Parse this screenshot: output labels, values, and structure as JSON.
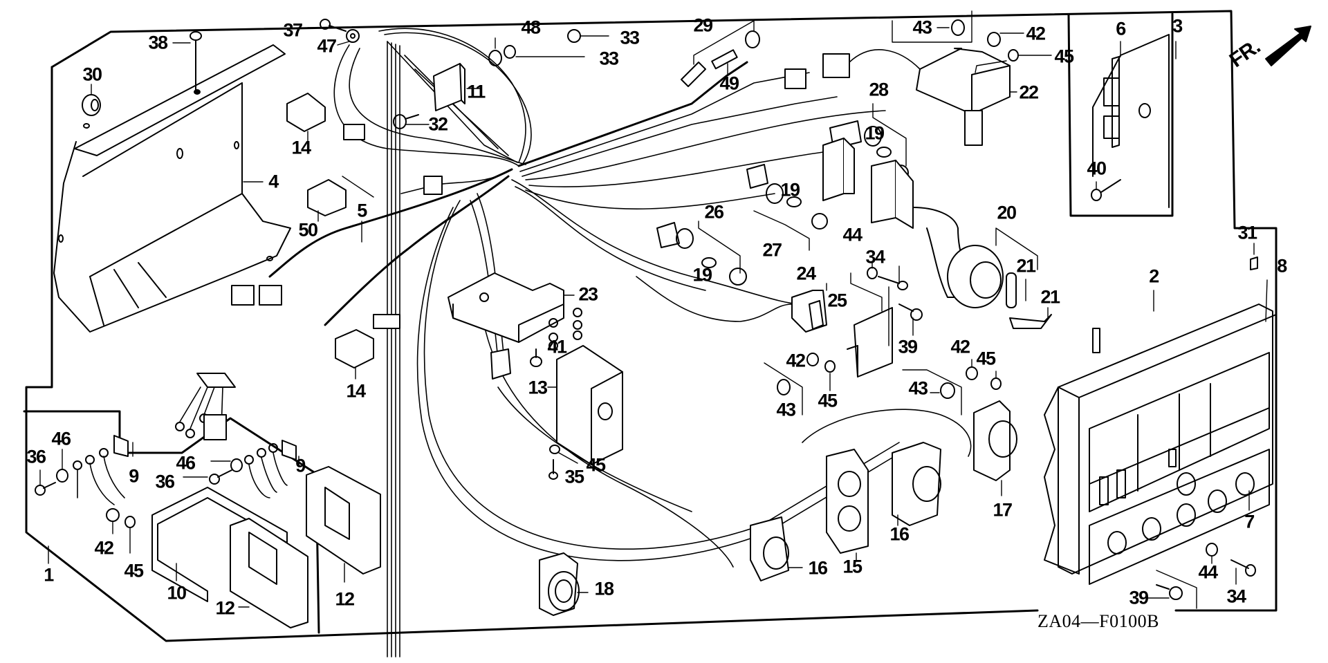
{
  "diagram": {
    "title": "Control box / wire harness exploded parts diagram",
    "reference_code": "ZA04—F0100B",
    "direction_marker": {
      "label": "FR.",
      "icon": "front-direction-arrow"
    },
    "callouts": [
      {
        "ref": "37"
      },
      {
        "ref": "47"
      },
      {
        "ref": "38"
      },
      {
        "ref": "30"
      },
      {
        "ref": "48"
      },
      {
        "ref": "33"
      },
      {
        "ref": "33"
      },
      {
        "ref": "29"
      },
      {
        "ref": "49"
      },
      {
        "ref": "11"
      },
      {
        "ref": "32"
      },
      {
        "ref": "14"
      },
      {
        "ref": "4"
      },
      {
        "ref": "5"
      },
      {
        "ref": "50"
      },
      {
        "ref": "43"
      },
      {
        "ref": "42"
      },
      {
        "ref": "45"
      },
      {
        "ref": "22"
      },
      {
        "ref": "28"
      },
      {
        "ref": "19"
      },
      {
        "ref": "6"
      },
      {
        "ref": "3"
      },
      {
        "ref": "40"
      },
      {
        "ref": "20"
      },
      {
        "ref": "21"
      },
      {
        "ref": "21"
      },
      {
        "ref": "19"
      },
      {
        "ref": "27"
      },
      {
        "ref": "26"
      },
      {
        "ref": "19"
      },
      {
        "ref": "44"
      },
      {
        "ref": "34"
      },
      {
        "ref": "24"
      },
      {
        "ref": "25"
      },
      {
        "ref": "39"
      },
      {
        "ref": "42"
      },
      {
        "ref": "45"
      },
      {
        "ref": "31"
      },
      {
        "ref": "2"
      },
      {
        "ref": "8"
      },
      {
        "ref": "23"
      },
      {
        "ref": "41"
      },
      {
        "ref": "13"
      },
      {
        "ref": "42"
      },
      {
        "ref": "45"
      },
      {
        "ref": "43"
      },
      {
        "ref": "43"
      },
      {
        "ref": "14"
      },
      {
        "ref": "17"
      },
      {
        "ref": "16"
      },
      {
        "ref": "15"
      },
      {
        "ref": "16"
      },
      {
        "ref": "18"
      },
      {
        "ref": "35"
      },
      {
        "ref": "45"
      },
      {
        "ref": "7"
      },
      {
        "ref": "44"
      },
      {
        "ref": "34"
      },
      {
        "ref": "39"
      },
      {
        "ref": "46"
      },
      {
        "ref": "36"
      },
      {
        "ref": "9"
      },
      {
        "ref": "46"
      },
      {
        "ref": "36"
      },
      {
        "ref": "9"
      },
      {
        "ref": "42"
      },
      {
        "ref": "45"
      },
      {
        "ref": "1"
      },
      {
        "ref": "10"
      },
      {
        "ref": "12"
      },
      {
        "ref": "12"
      }
    ]
  }
}
